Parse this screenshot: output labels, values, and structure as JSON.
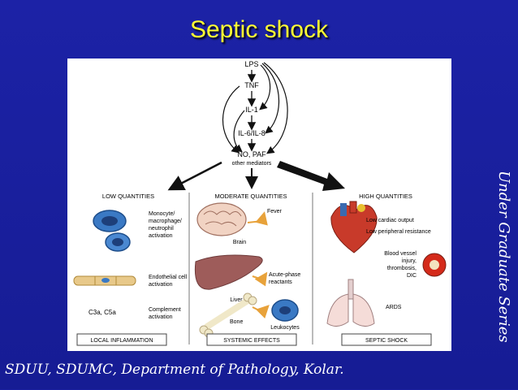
{
  "slide": {
    "title": "Septic shock",
    "side_text": "Under Graduate Series",
    "footer": "SDUU, SDUMC, Department of Pathology, Kolar."
  },
  "cascade": {
    "mediators": [
      "LPS",
      "TNF",
      "IL-1",
      "IL-6/IL-8",
      "NO, PAF"
    ],
    "other_mediators": "other mediators"
  },
  "columns": {
    "low": {
      "heading": "LOW QUANTITIES",
      "footer": "LOCAL INFLAMMATION",
      "items": [
        "Monocyte/\nmacrophage/\nneutrophil\nactivation",
        "Endothelial cell\nactivation",
        "Complement\nactivation"
      ],
      "complement_label": "C3a, C5a"
    },
    "moderate": {
      "heading": "MODERATE QUANTITIES",
      "footer": "SYSTEMIC EFFECTS",
      "organs": [
        "Brain",
        "Liver",
        "Bone"
      ],
      "effects": [
        "Fever",
        "Acute-phase\nreactants",
        "Leukocytes"
      ]
    },
    "high": {
      "heading": "HIGH QUANTITIES",
      "footer": "SEPTIC SHOCK",
      "effects": [
        "Low cardiac output",
        "Low peripheral resistance",
        "Blood vessel\ninjury,\nthrombosis,\nDIC",
        "ARDS"
      ]
    }
  },
  "colors": {
    "background": "#1a1f9e",
    "title": "#ffff33",
    "arrow_orange": "#e8a23a",
    "cell_blue": "#3a79c4"
  }
}
